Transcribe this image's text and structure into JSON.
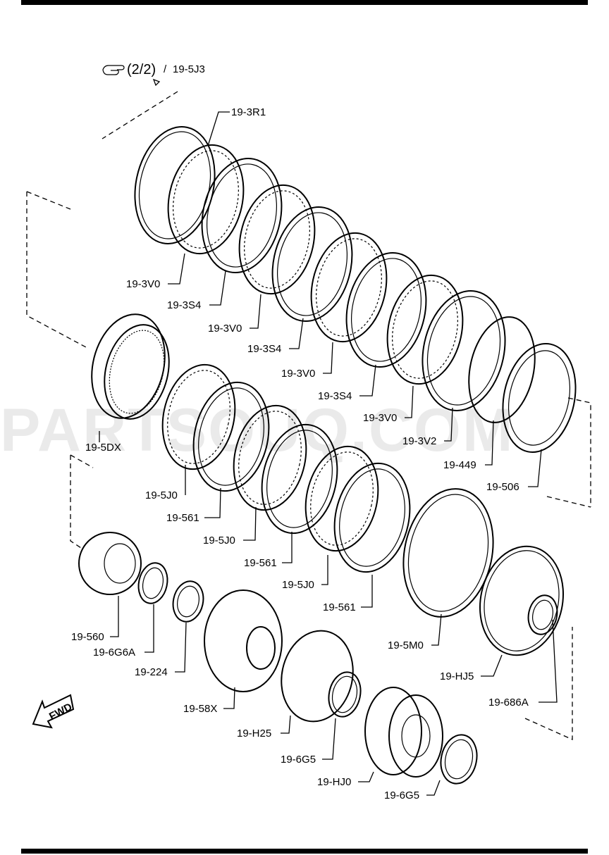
{
  "reference": {
    "icon": "hand-pointer-icon",
    "page": "(2/2)",
    "separator": "/",
    "code": "19-5J3"
  },
  "watermark": "PARTSOUQ.COM",
  "direction_badge": "FWD",
  "labels": [
    "19-3R1",
    "19-3V0",
    "19-3S4",
    "19-3V0",
    "19-3S4",
    "19-3V0",
    "19-3S4",
    "19-3V0",
    "19-3V2",
    "19-449",
    "19-506",
    "19-5DX",
    "19-5J0",
    "19-561",
    "19-5J0",
    "19-561",
    "19-5J0",
    "19-561",
    "19-5M0",
    "19-HJ5",
    "19-686A",
    "19-560",
    "19-6G6A",
    "19-224",
    "19-58X",
    "19-H25",
    "19-6G5",
    "19-HJ0",
    "19-6G5"
  ]
}
